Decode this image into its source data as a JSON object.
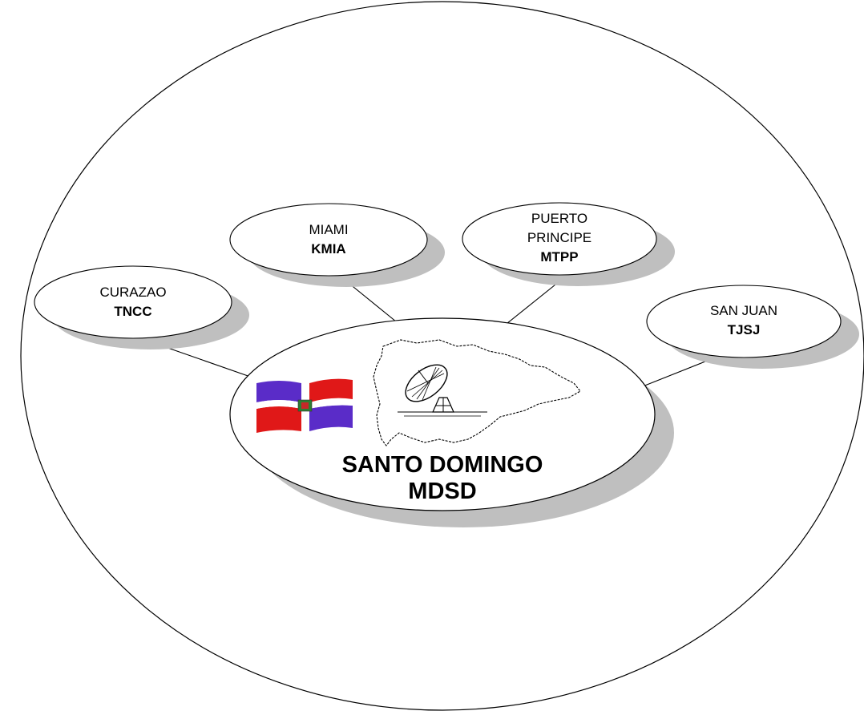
{
  "hub": {
    "city": "SANTO DOMINGO",
    "code": "MDSD",
    "flag_icon": "dominican-republic-flag",
    "map_icon": "hispaniola-map-with-satellite-dish"
  },
  "stations": [
    {
      "id": "curazao",
      "city_lines": [
        "CURAZAO"
      ],
      "code": "TNCC"
    },
    {
      "id": "miami",
      "city_lines": [
        "MIAMI"
      ],
      "code": "KMIA"
    },
    {
      "id": "puerto-principe",
      "city_lines": [
        "PUERTO",
        "PRINCIPE"
      ],
      "code": "MTPP"
    },
    {
      "id": "san-juan",
      "city_lines": [
        "SAN JUAN"
      ],
      "code": "TJSJ"
    }
  ],
  "colors": {
    "outline": "#000000",
    "fill": "#ffffff",
    "shadow": "#bfbfbf",
    "flag_blue": "#5a2cc8",
    "flag_red": "#e01818"
  }
}
